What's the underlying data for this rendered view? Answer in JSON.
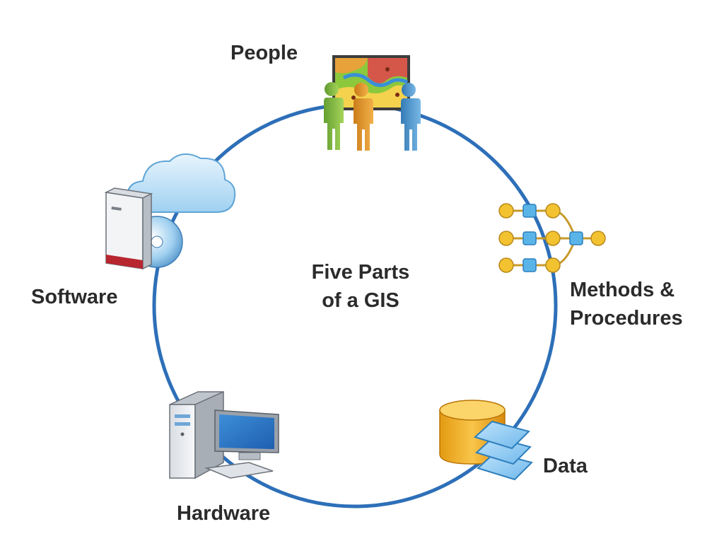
{
  "diagram": {
    "center_title": {
      "line1": "Five Parts",
      "line2": "of a GIS"
    },
    "components": {
      "people": {
        "label": "People",
        "icon": "people-map-icon"
      },
      "methods": {
        "label_line1": "Methods &",
        "label_line2": "Procedures",
        "icon": "workflow-icon"
      },
      "data": {
        "label": "Data",
        "icon": "database-icon"
      },
      "hardware": {
        "label": "Hardware",
        "icon": "computer-icon"
      },
      "software": {
        "label": "Software",
        "icon": "software-box-icon"
      }
    },
    "colors": {
      "ring": "#2d6fb8",
      "text": "#2b2b2b",
      "node_yellow": "#f2c230",
      "node_blue": "#5ab4e8"
    }
  }
}
